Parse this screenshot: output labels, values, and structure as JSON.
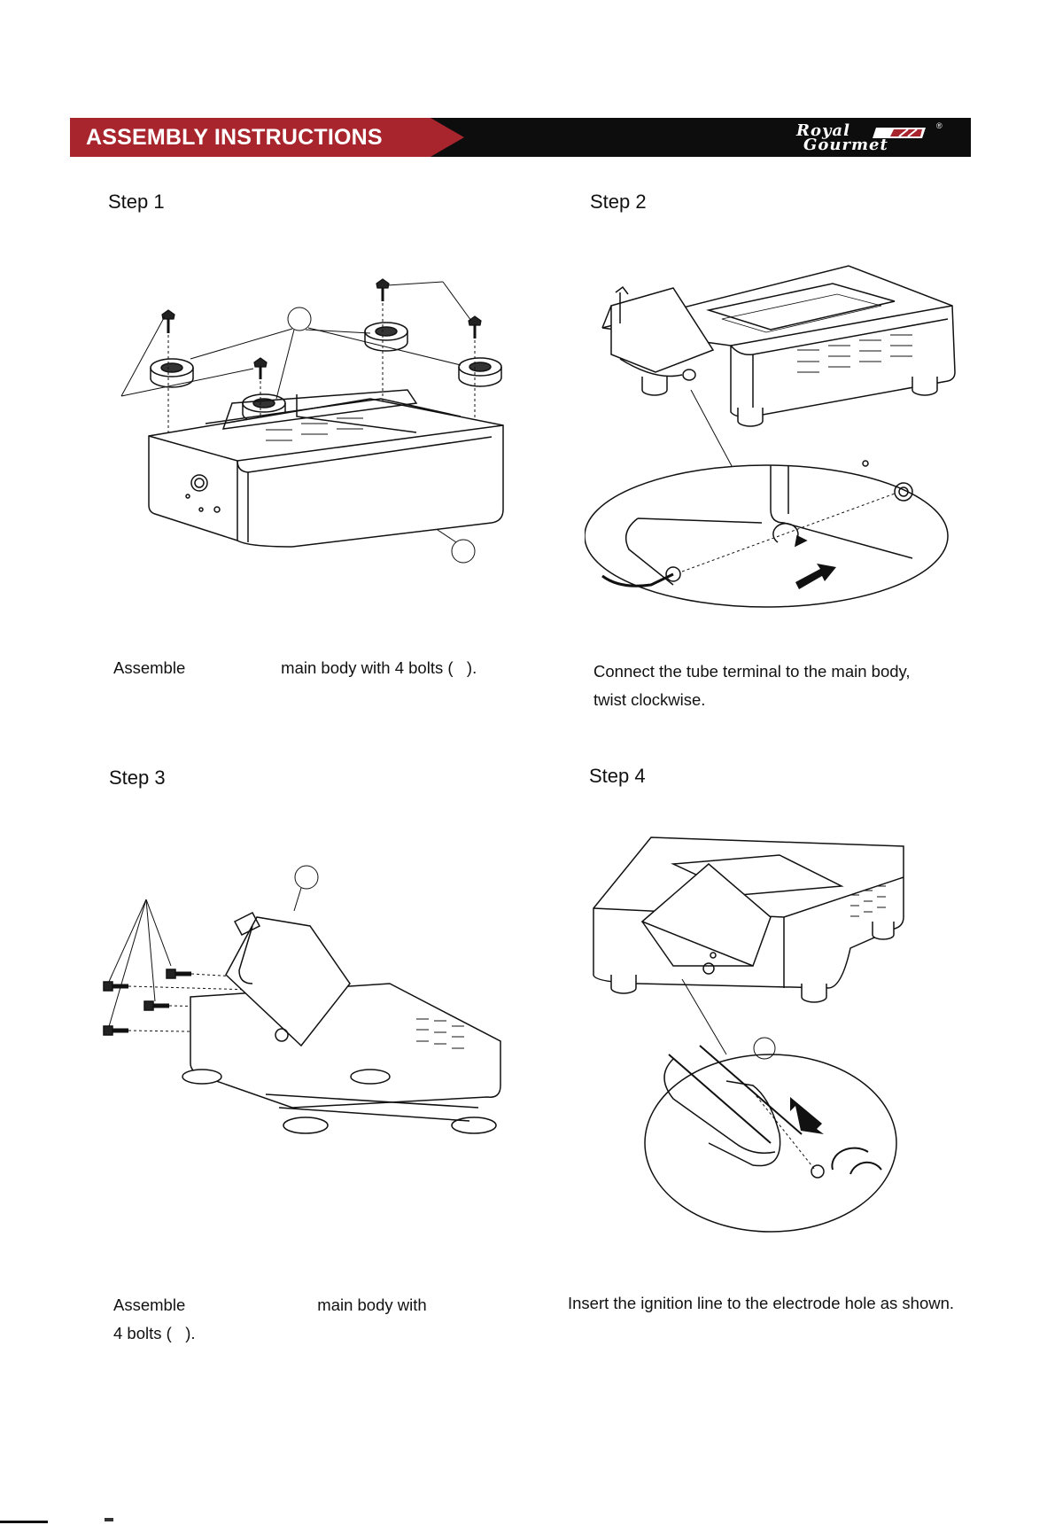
{
  "header": {
    "title": "ASSEMBLY INSTRUCTIONS",
    "logo_line1": "Royal",
    "logo_line2": "Gourmet",
    "logo_registered": "®",
    "colors": {
      "red": "#a8252d",
      "black": "#0d0d0d"
    }
  },
  "steps": [
    {
      "label": "Step 1",
      "caption_lines": [
        "Assemble                     main body with 4 bolts (   )."
      ]
    },
    {
      "label": "Step 2",
      "caption_lines": [
        "Connect the tube terminal to the main body,",
        "twist clockwise."
      ]
    },
    {
      "label": "Step 3",
      "caption_lines": [
        "Assemble                             main body with",
        "4 bolts (   )."
      ]
    },
    {
      "label": "Step 4",
      "caption_lines": [
        "Insert the ignition line to the electrode hole as shown."
      ]
    }
  ]
}
